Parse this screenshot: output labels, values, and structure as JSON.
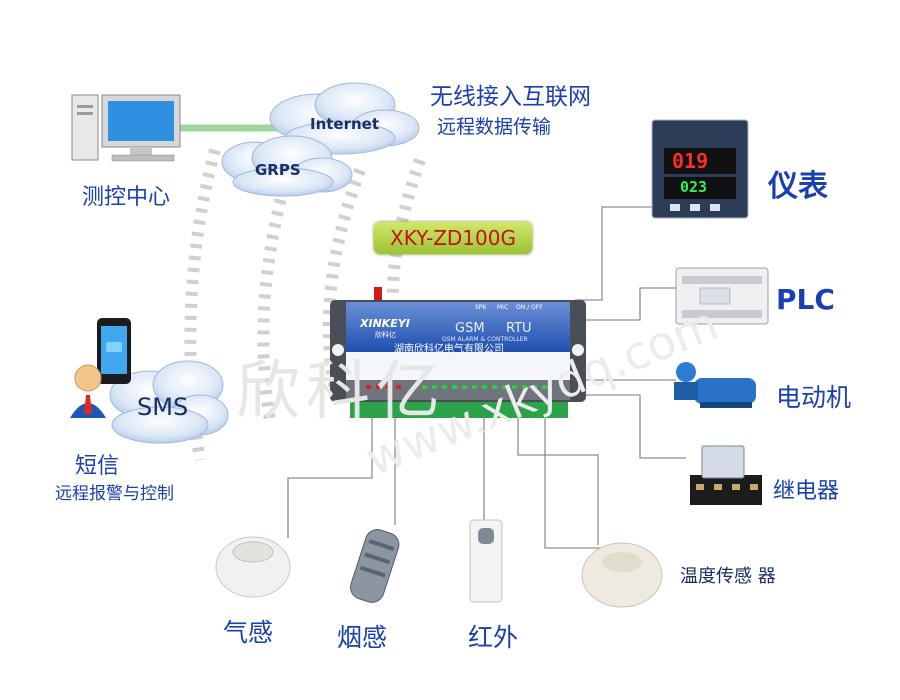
{
  "title_line1": "无线接入互联网",
  "title_line2": "远程数据传输",
  "clouds": {
    "internet": "Internet",
    "grps": "GRPS",
    "sms": "SMS"
  },
  "center_label": "测控中心",
  "sms_label": "短信",
  "sms_sublabel": "远程报警与控制",
  "model": "XKY-ZD100G",
  "device": {
    "brand": "XINKEYI",
    "brand_cn": "欣科亿",
    "gsm": "GSM",
    "rtu": "RTU",
    "subtitle": "GSM ALARM & CONTROLLER",
    "company": "湖南欣科亿电气有限公司",
    "top_labels": [
      "SPK",
      "MIC",
      "ON / OFF"
    ]
  },
  "meter": {
    "reading1": "019",
    "reading2": "023"
  },
  "right_labels": [
    "仪表",
    "PLC",
    "电动机",
    "继电器",
    "温度传感 器"
  ],
  "bottom_labels": [
    "气感",
    "烟感",
    "红外"
  ],
  "watermark": [
    "欣科亿",
    "www.xkydq.com"
  ],
  "colors": {
    "label_blue": "#1a3fb0",
    "model_text": "#c4120f",
    "model_bg": "#9cc236",
    "device_blue": "#1f55b5"
  }
}
